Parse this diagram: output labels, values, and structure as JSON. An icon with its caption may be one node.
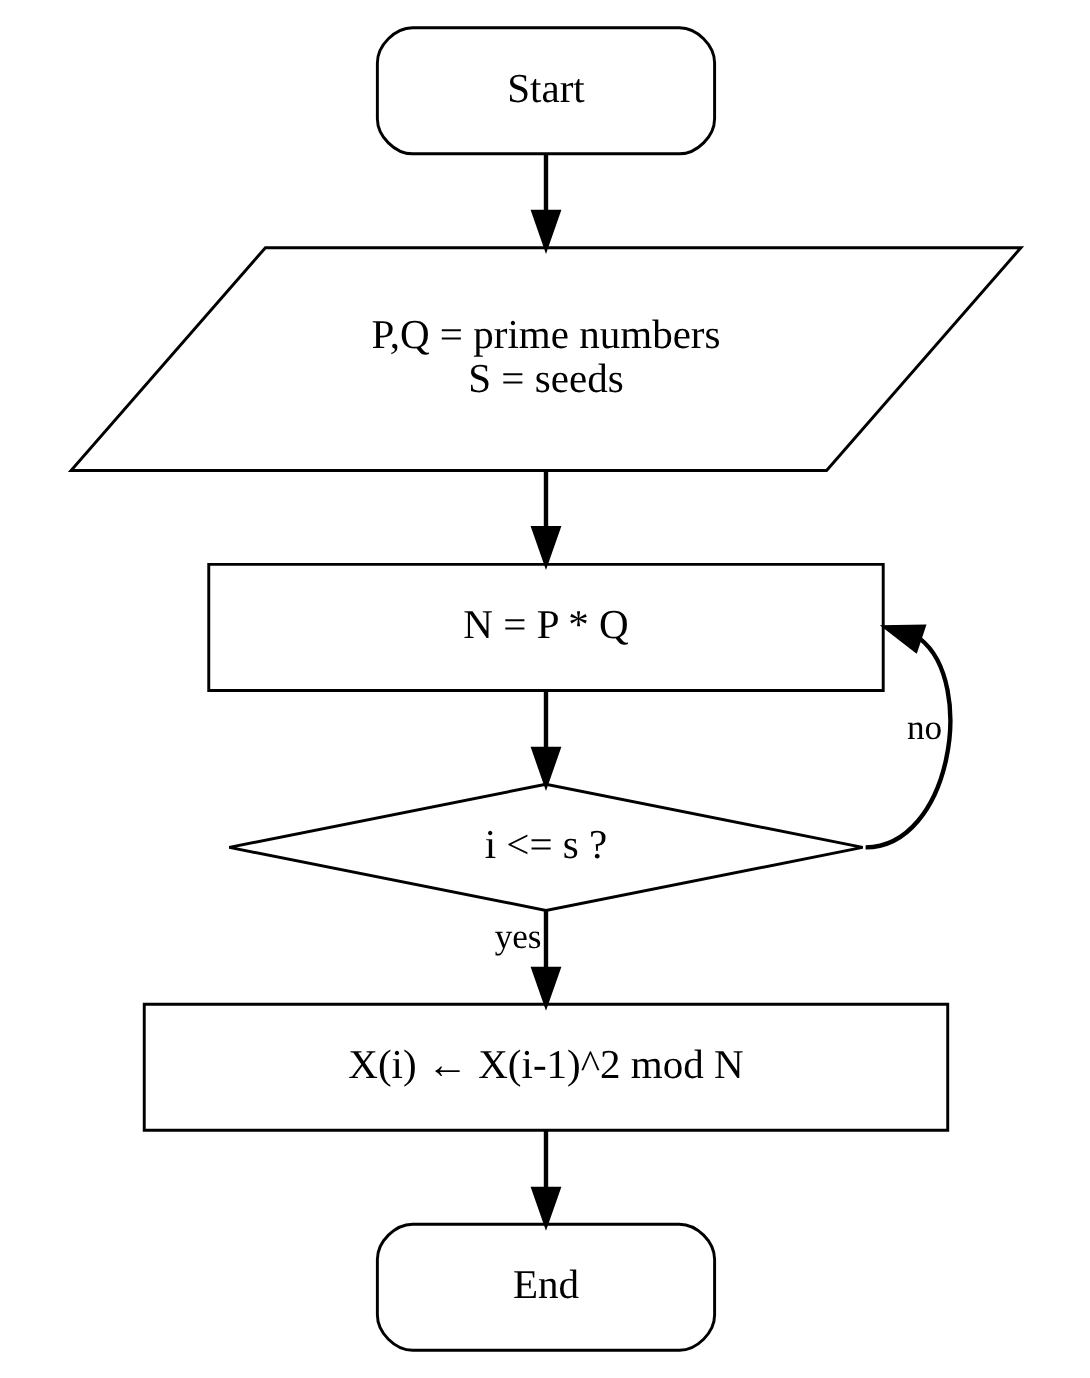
{
  "diagram": {
    "nodes": [
      {
        "text": [
          "Start"
        ]
      },
      {
        "text": [
          "P,Q = prime numbers S = seeds"
        ]
      },
      {
        "text": [
          "N = P * Q"
        ]
      },
      {
        "text": [
          "i <= s ?"
        ]
      },
      {
        "text": [
          "X(i) ← X(i-1)^2 mod N"
        ]
      },
      {
        "text": [
          "End"
        ]
      }
    ],
    "edges": [
      {
        "from": 0,
        "to": 1,
        "arrow": "to"
      },
      {
        "from": 1,
        "to": 2,
        "arrow": "to"
      },
      {
        "from": 2,
        "to": 3,
        "arrow": "to"
      },
      {
        "from": 3,
        "to": 2,
        "arrow": "to",
        "label": "no"
      },
      {
        "from": 3,
        "to": 4,
        "arrow": "to",
        "label": "yes"
      },
      {
        "from": 4,
        "to": 5,
        "arrow": "to"
      }
    ]
  }
}
